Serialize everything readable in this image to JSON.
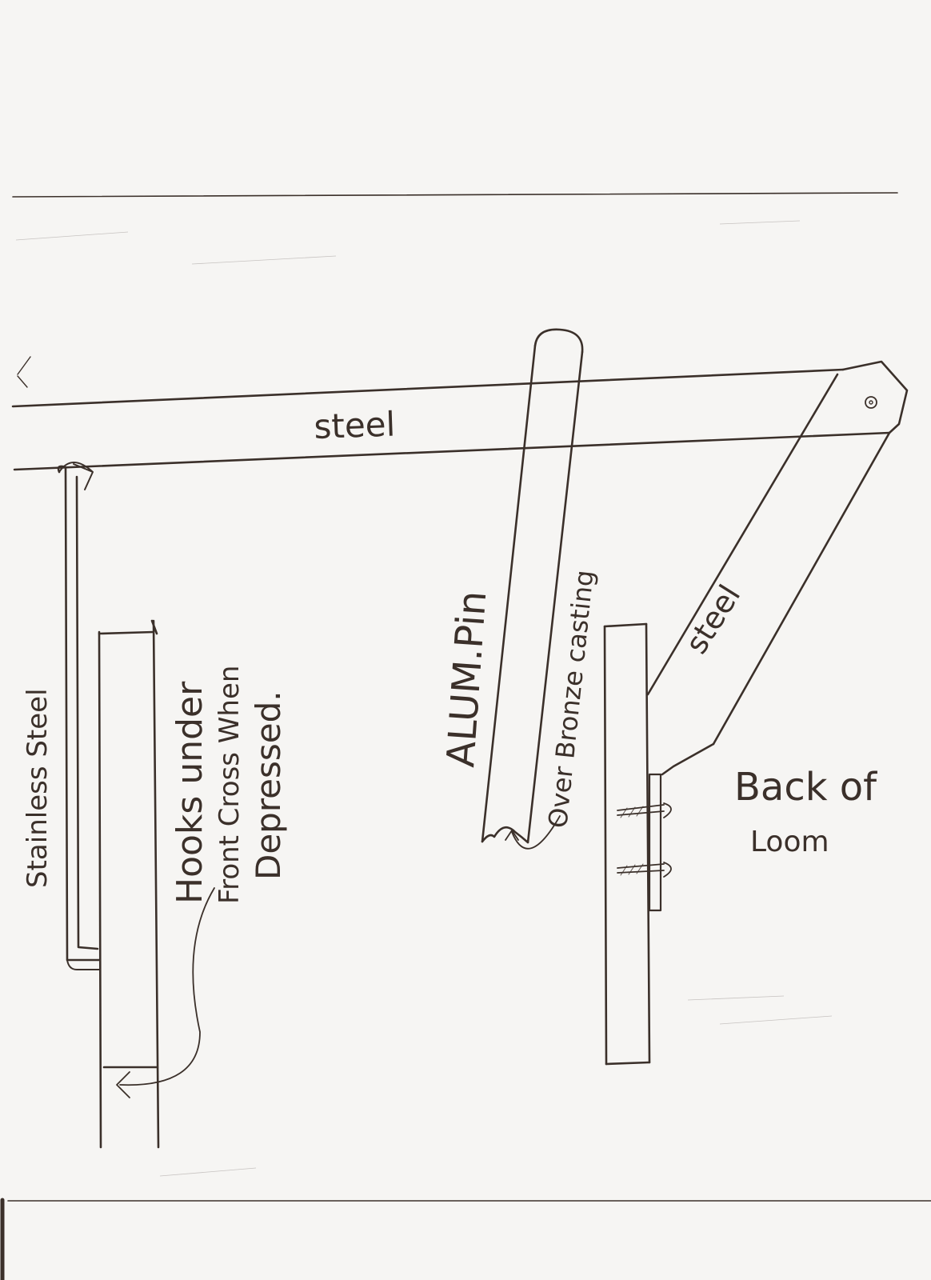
{
  "colors": {
    "paper": "#f6f5f3",
    "ink": "#3b302a"
  },
  "labels": {
    "steel_top": "steel",
    "steel_diagonal": "steel",
    "stainless_steel": "Stainless Steel",
    "hooks_line1": "Hooks under",
    "hooks_line2": "Front Cross When",
    "hooks_line3": "Depressed.",
    "alum_pin": "ALUM.Pin",
    "over_bronze": "Over Bronze casting",
    "back_of": "Back of",
    "loom": "Loom"
  }
}
